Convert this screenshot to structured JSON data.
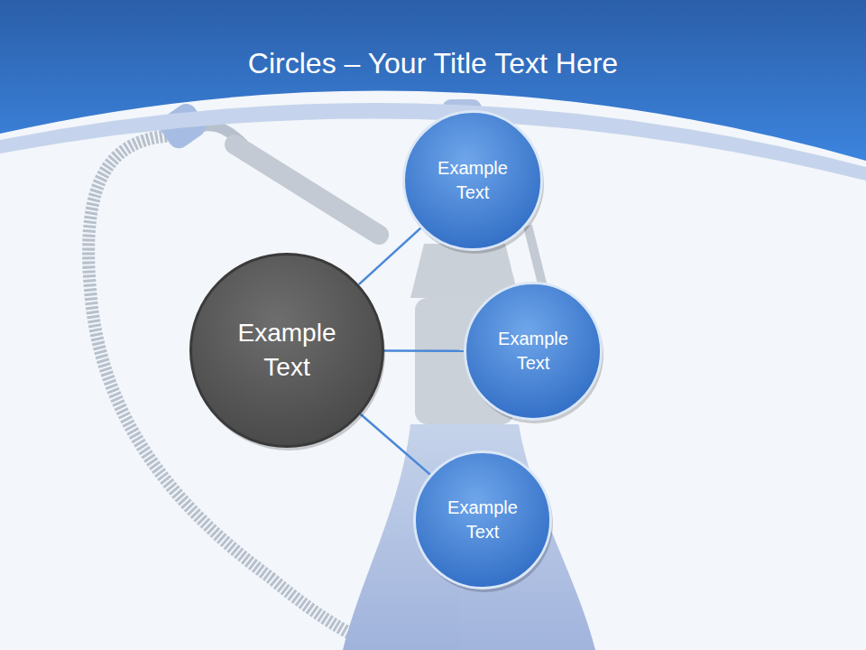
{
  "diagram": {
    "title": "Circles – Your Title Text Here",
    "nodes": [
      {
        "text": [
          "Example Text"
        ]
      },
      {
        "text": [
          "Example Text"
        ]
      },
      {
        "text": [
          "Example Text"
        ]
      },
      {
        "text": [
          "Example Text"
        ]
      }
    ],
    "edges": [
      {
        "from": 0,
        "to": 1,
        "arrow": "none"
      },
      {
        "from": 0,
        "to": 2,
        "arrow": "none"
      },
      {
        "from": 0,
        "to": 3,
        "arrow": "none"
      }
    ]
  }
}
